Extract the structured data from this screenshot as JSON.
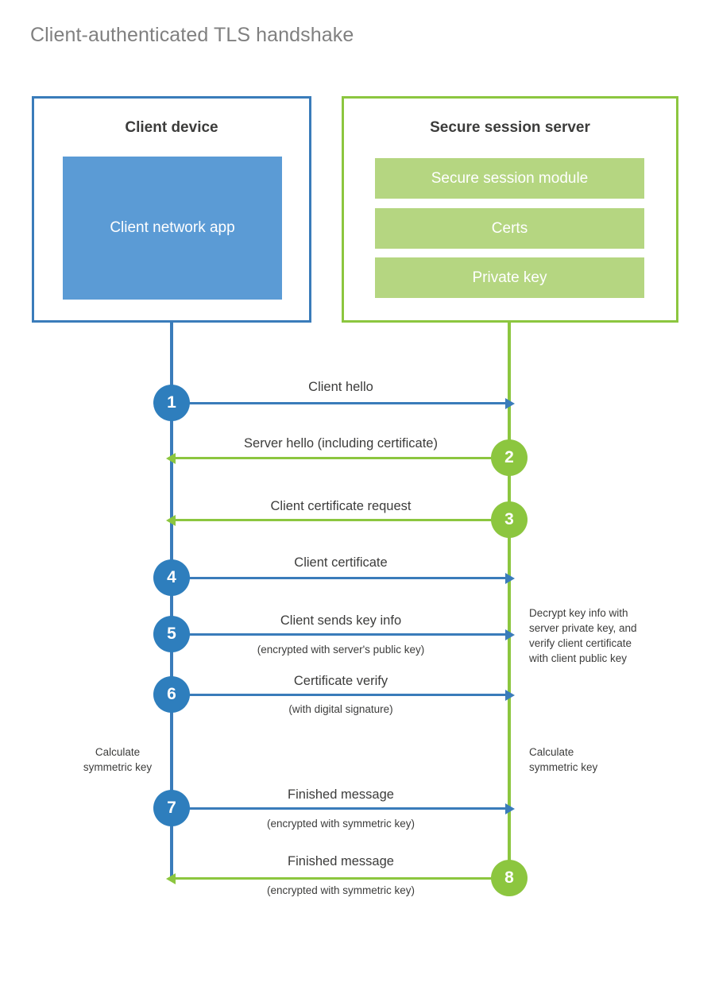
{
  "title": "Client-authenticated TLS handshake",
  "colors": {
    "client_blue": "#3a7cba",
    "client_app_blue": "#5b9bd5",
    "step_blue": "#2e7ebd",
    "server_green": "#8cc63f",
    "server_bar_green": "#b5d681",
    "title_gray": "#808080",
    "text_dark": "#3c3c3b",
    "background": "#ffffff"
  },
  "participants": {
    "client": {
      "heading": "Client device",
      "app_label": "Client network app"
    },
    "server": {
      "heading": "Secure session server",
      "components": [
        {
          "label": "Secure session module"
        },
        {
          "label": "Certs"
        },
        {
          "label": "Private key"
        }
      ]
    }
  },
  "steps": [
    {
      "number": "1",
      "label": "Client hello",
      "sublabel": "",
      "direction": "client-to-server",
      "color": "blue"
    },
    {
      "number": "2",
      "label": "Server hello (including certificate)",
      "sublabel": "",
      "direction": "server-to-client",
      "color": "green"
    },
    {
      "number": "3",
      "label": "Client certificate request",
      "sublabel": "",
      "direction": "server-to-client",
      "color": "green"
    },
    {
      "number": "4",
      "label": "Client certificate",
      "sublabel": "",
      "direction": "client-to-server",
      "color": "blue"
    },
    {
      "number": "5",
      "label": "Client sends key info",
      "sublabel": "(encrypted with server's public key)",
      "direction": "client-to-server",
      "color": "blue"
    },
    {
      "number": "6",
      "label": "Certificate verify",
      "sublabel": "(with digital signature)",
      "direction": "client-to-server",
      "color": "blue"
    },
    {
      "number": "7",
      "label": "Finished message",
      "sublabel": "(encrypted with symmetric key)",
      "direction": "client-to-server",
      "color": "blue"
    },
    {
      "number": "8",
      "label": "Finished message",
      "sublabel": "(encrypted with symmetric key)",
      "direction": "server-to-client",
      "color": "green"
    }
  ],
  "annotations": {
    "server_decrypt": "Decrypt key info with server private key, and verify client certificate with client public key",
    "server_decrypt_lines": [
      "Decrypt key info with",
      "server private key, and",
      "verify client certificate",
      "with client public key"
    ],
    "client_calculate": "Calculate symmetric key",
    "client_calculate_lines": [
      "Calculate",
      "symmetric key"
    ],
    "server_calculate": "Calculate symmetric key",
    "server_calculate_lines": [
      "Calculate",
      "symmetric key"
    ]
  }
}
